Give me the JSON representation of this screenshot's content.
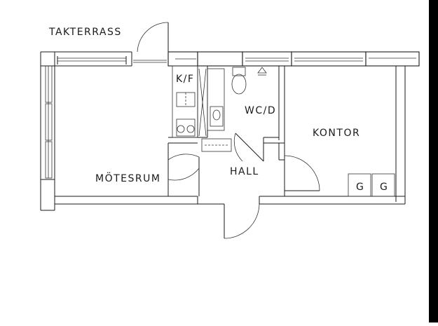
{
  "plan": {
    "rooms": {
      "takterrass": "TAKTERRASS",
      "kitchen": "K/F",
      "wc": "WC/D",
      "kontor": "KONTOR",
      "motesrum": "MÖTESRUM",
      "hall": "HALL"
    },
    "appliances": {
      "g1": "G",
      "g2": "G"
    }
  }
}
